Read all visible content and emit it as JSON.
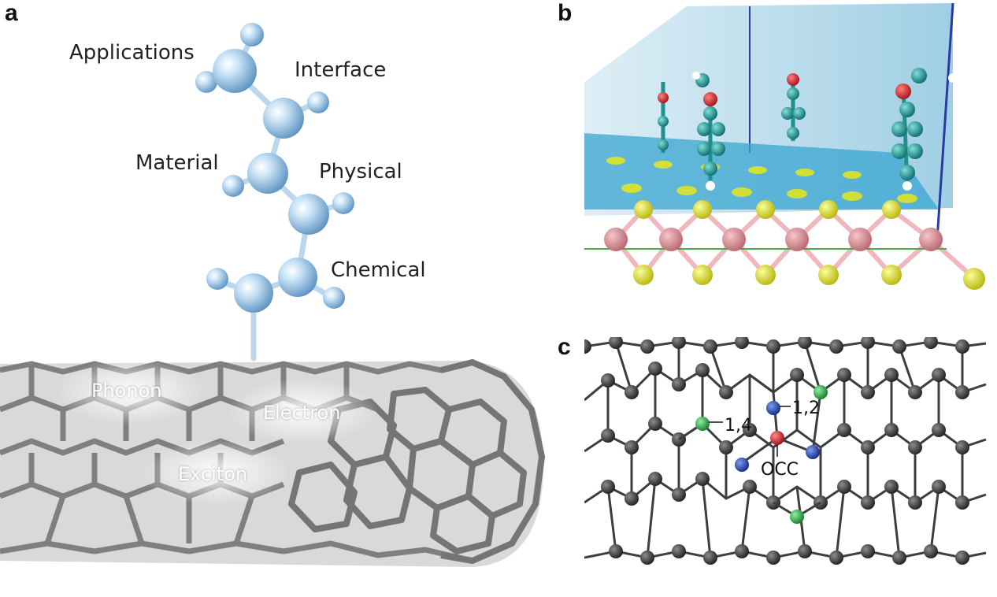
{
  "panels": {
    "a": {
      "letter": "a",
      "labels": {
        "applications": "Applications",
        "interface": "Interface",
        "material": "Material",
        "physical": "Physical",
        "chemical": "Chemical",
        "phonon": "Phonon",
        "electron": "Electron",
        "exciton": "Exciton"
      }
    },
    "b": {
      "letter": "b"
    },
    "c": {
      "letter": "c",
      "labels": {
        "site_14": "1,4",
        "site_12": "1,2",
        "site_occ": "OCC"
      }
    }
  },
  "colors": {
    "tube_gray": "#7a7b7d",
    "molecule_blue": "#9cc6e6",
    "carbon_teal": "#1f8f8f",
    "oxygen_red": "#d0202a",
    "sulfur_yellow": "#e6e81c",
    "metal_pink": "#d98a92",
    "atom_dark": "#3a3c3e",
    "atom_green": "#2ea84a",
    "atom_blue": "#1d3fa8",
    "atom_red": "#d11b24"
  }
}
